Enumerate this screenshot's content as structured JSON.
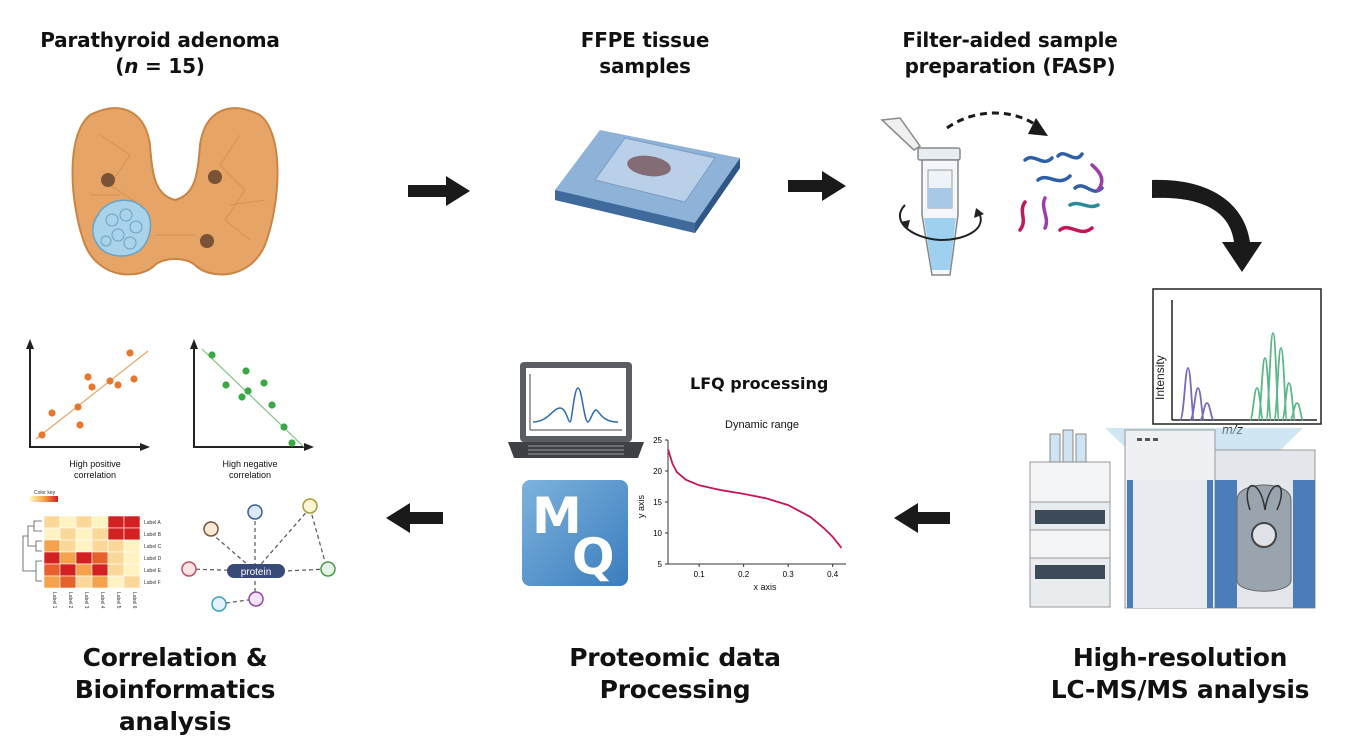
{
  "steps": {
    "adenoma": {
      "title_line1": "Parathyroid adenoma",
      "title_n": "n",
      "title_rest": " = 15)",
      "title_open": "("
    },
    "ffpe": {
      "title_line1": "FFPE tissue",
      "title_line2": "samples"
    },
    "fasp": {
      "title_line1": "Filter-aided sample",
      "title_line2": "preparation (FASP)"
    },
    "lcms": {
      "title_line1": "High-resolution",
      "title_line2": "LC-MS/MS analysis"
    },
    "proteomic": {
      "title_line1": "Proteomic data",
      "title_line2": "Processing"
    },
    "correlation": {
      "title_line1": "Correlation &",
      "title_line2": "Bioinformatics analysis"
    }
  },
  "spectrum": {
    "ylabel": "Intensity",
    "xlabel": "m/z"
  },
  "lfq": {
    "heading": "LFQ processing",
    "chart_data": {
      "type": "line",
      "title": "Dynamic range",
      "xlabel": "x axis",
      "ylabel": "y axis",
      "xlim": [
        0.03,
        0.43
      ],
      "ylim": [
        5,
        25
      ],
      "x_ticks": [
        "0.1",
        "0.2",
        "0.3",
        "0.4"
      ],
      "y_ticks": [
        "25",
        "20",
        "15",
        "10",
        "5"
      ],
      "series": [
        {
          "color": "#c2185b",
          "x": [
            0.03,
            0.04,
            0.05,
            0.07,
            0.1,
            0.15,
            0.2,
            0.25,
            0.3,
            0.35,
            0.38,
            0.4,
            0.42
          ],
          "y": [
            23.5,
            21.2,
            19.8,
            18.6,
            17.7,
            16.9,
            16.3,
            15.6,
            14.5,
            12.6,
            10.8,
            9.4,
            7.6
          ]
        }
      ]
    },
    "logo_letters": [
      "M",
      "Q"
    ]
  },
  "correlation_plots": {
    "positive_label_line1": "High positive",
    "positive_label_line2": "correlation",
    "negative_label_line1": "High negative",
    "negative_label_line2": "correlation",
    "heatmap_key": "Color key",
    "heatmap_row_labels": [
      "Label A",
      "Label B",
      "Label C",
      "Label D",
      "Label E",
      "Label F"
    ],
    "heatmap_col_labels": [
      "Label 1",
      "Label 2",
      "Label 3",
      "Label 4",
      "Label 5",
      "Label 6"
    ],
    "network_center": "protein"
  },
  "colors": {
    "arrow": "#1a1a1a",
    "orange": "#e8772e",
    "green": "#3aa845",
    "curve": "#c2185b",
    "mq_blue": "#4a90c8"
  }
}
